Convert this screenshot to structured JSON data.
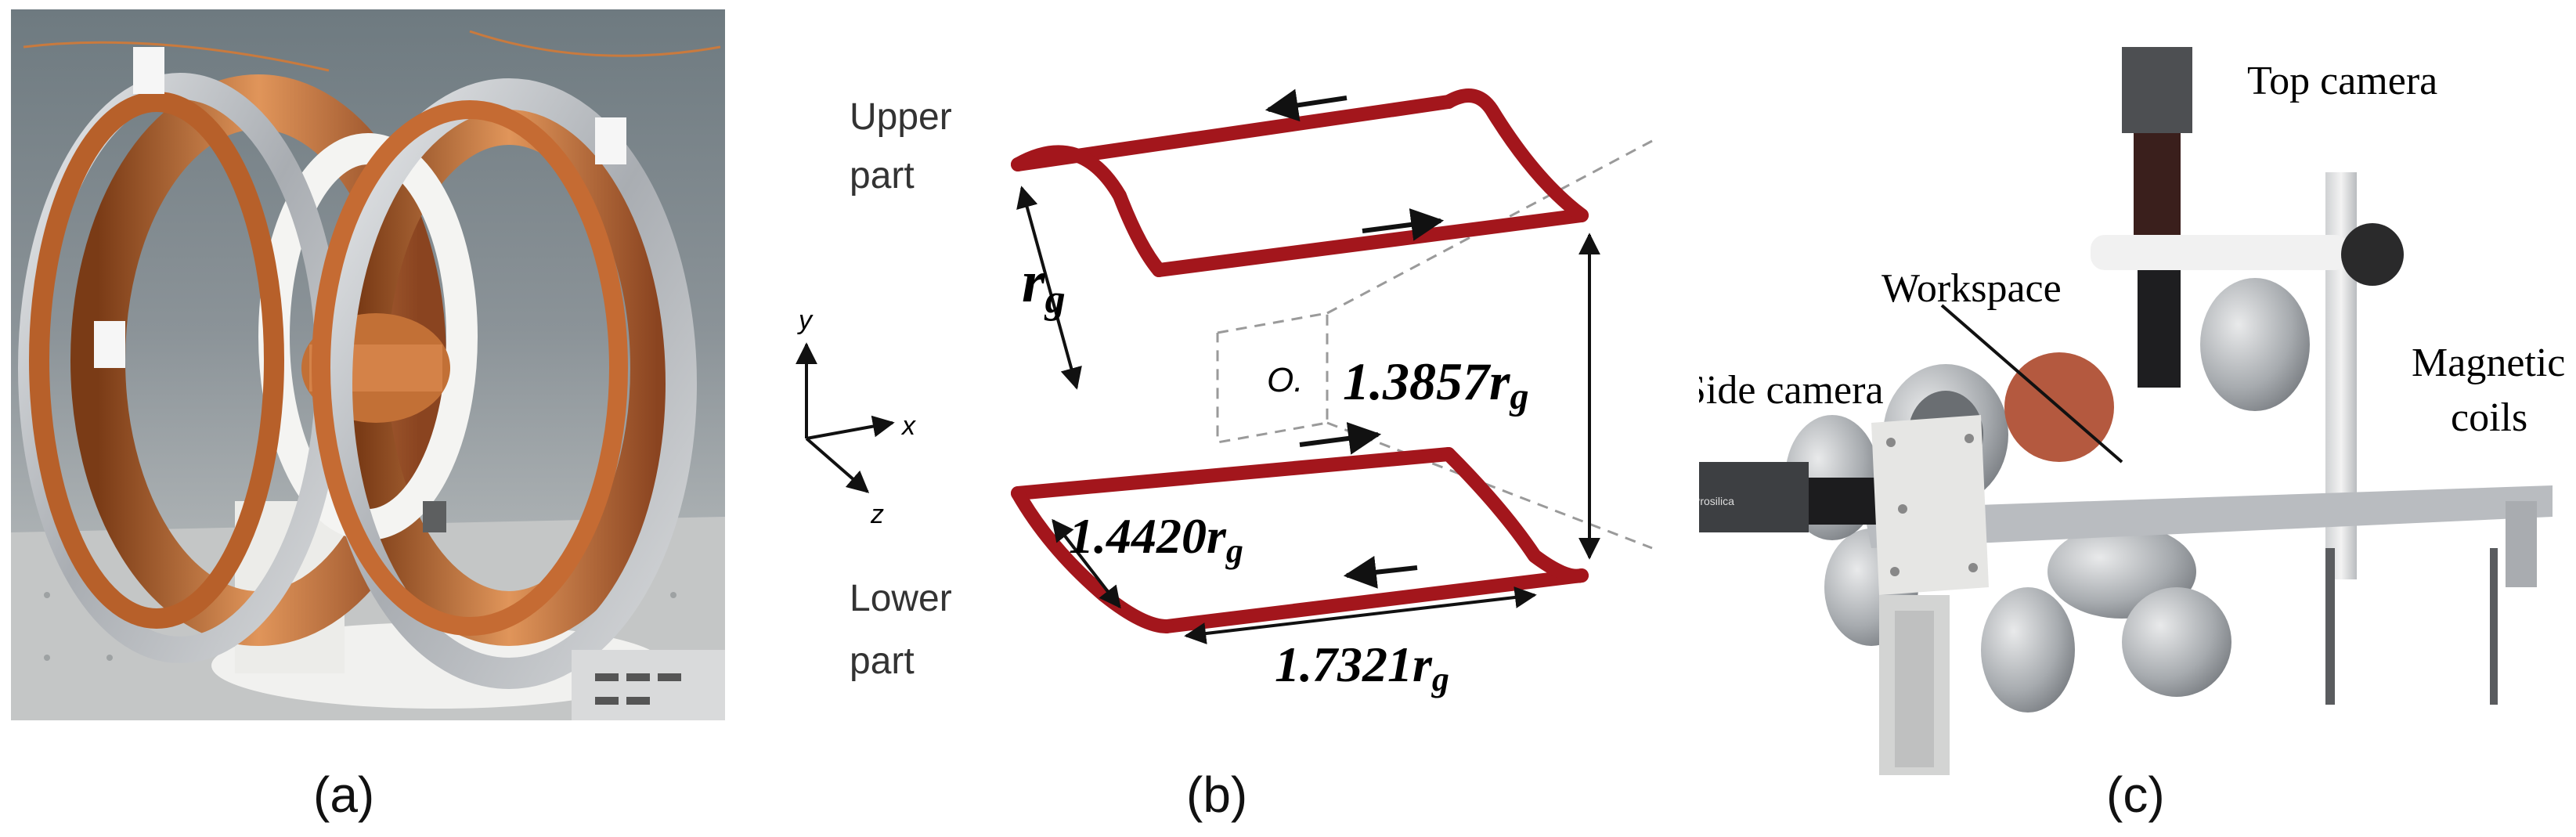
{
  "panels": {
    "a": {
      "caption": "(a)"
    },
    "b": {
      "caption": "(b)",
      "labels": {
        "upper_line1": "Upper",
        "upper_line2": "part",
        "lower_line1": "Lower",
        "lower_line2": "part",
        "r_main": "r",
        "r_sub": "g",
        "center": "O.",
        "dim_height": "1.3857",
        "dim_width_top": "1.4420",
        "dim_length": "1.7321",
        "axis_x": "x",
        "axis_y": "y",
        "axis_z": "z"
      }
    },
    "c": {
      "caption": "(c)",
      "labels": {
        "top_camera": "Top camera",
        "workspace": "Workspace",
        "side_camera": "Side camera",
        "magnetic_1": "Magnetic",
        "magnetic_2": "coils",
        "camera_brand": "Prosilica"
      }
    }
  },
  "colors": {
    "coil_red": "#a3161c",
    "copper": "#c8733a",
    "steel": "#b9bcc0",
    "dashed": "#9a9a9a"
  }
}
